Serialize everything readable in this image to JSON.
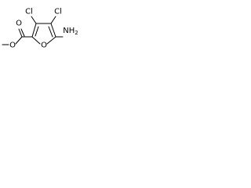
{
  "molecule": {
    "atoms": {
      "cl_top_left": "Cl",
      "cl_top_right": "Cl",
      "ring_oxygen": "O",
      "amino": "NH2",
      "carbonyl_oxygen": "O",
      "ester_oxygen": "O"
    },
    "amino_parts": {
      "n": "NH",
      "sub": "2"
    }
  },
  "colors": {
    "bond": "#000000",
    "background": "#ffffff"
  }
}
